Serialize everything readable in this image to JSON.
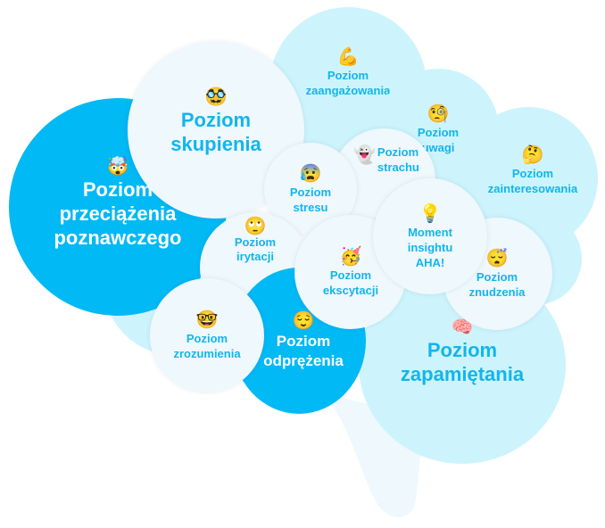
{
  "colors": {
    "dark": "#00b9f5",
    "cyan": "#cdf4fc",
    "pale": "#eff8fd",
    "text": "#12b5ee"
  },
  "bubbles": {
    "przeciazenia": {
      "emoji": "🤯",
      "label": "Poziom\nprzeciążenia\npoznawczego"
    },
    "zaangazowania": {
      "emoji": "💪",
      "label": "Poziom\nzaangażowania"
    },
    "skupienia": {
      "emoji": "🥸",
      "label": "Poziom\nskupienia"
    },
    "uwagi": {
      "emoji": "🧐",
      "label": "Poziom\nuwagi"
    },
    "zainteresowania": {
      "emoji": "🤔",
      "label": "Poziom\nzainteresowania"
    },
    "strachu": {
      "emoji": "👻",
      "label": "Poziom\nstrachu"
    },
    "stresu": {
      "emoji": "😰",
      "label": "Poziom\nstresu"
    },
    "irytacji": {
      "emoji": "🙄",
      "label": "Poziom\nirytacji"
    },
    "ekscytacji": {
      "emoji": "🥳",
      "label": "Poziom\nekscytacji"
    },
    "moment": {
      "emoji": "💡",
      "label": "Moment\ninsightu\nAHA!"
    },
    "znudzenia": {
      "emoji": "😴",
      "label": "Poziom\nznudzenia"
    },
    "zapamietania": {
      "emoji": "🧠",
      "label": "Poziom\nzapamiętania"
    },
    "odprezenia": {
      "emoji": "😌",
      "label": "Poziom\nodprężenia"
    },
    "zrozumienia": {
      "emoji": "🤓",
      "label": "Poziom\nzrozumienia"
    }
  }
}
